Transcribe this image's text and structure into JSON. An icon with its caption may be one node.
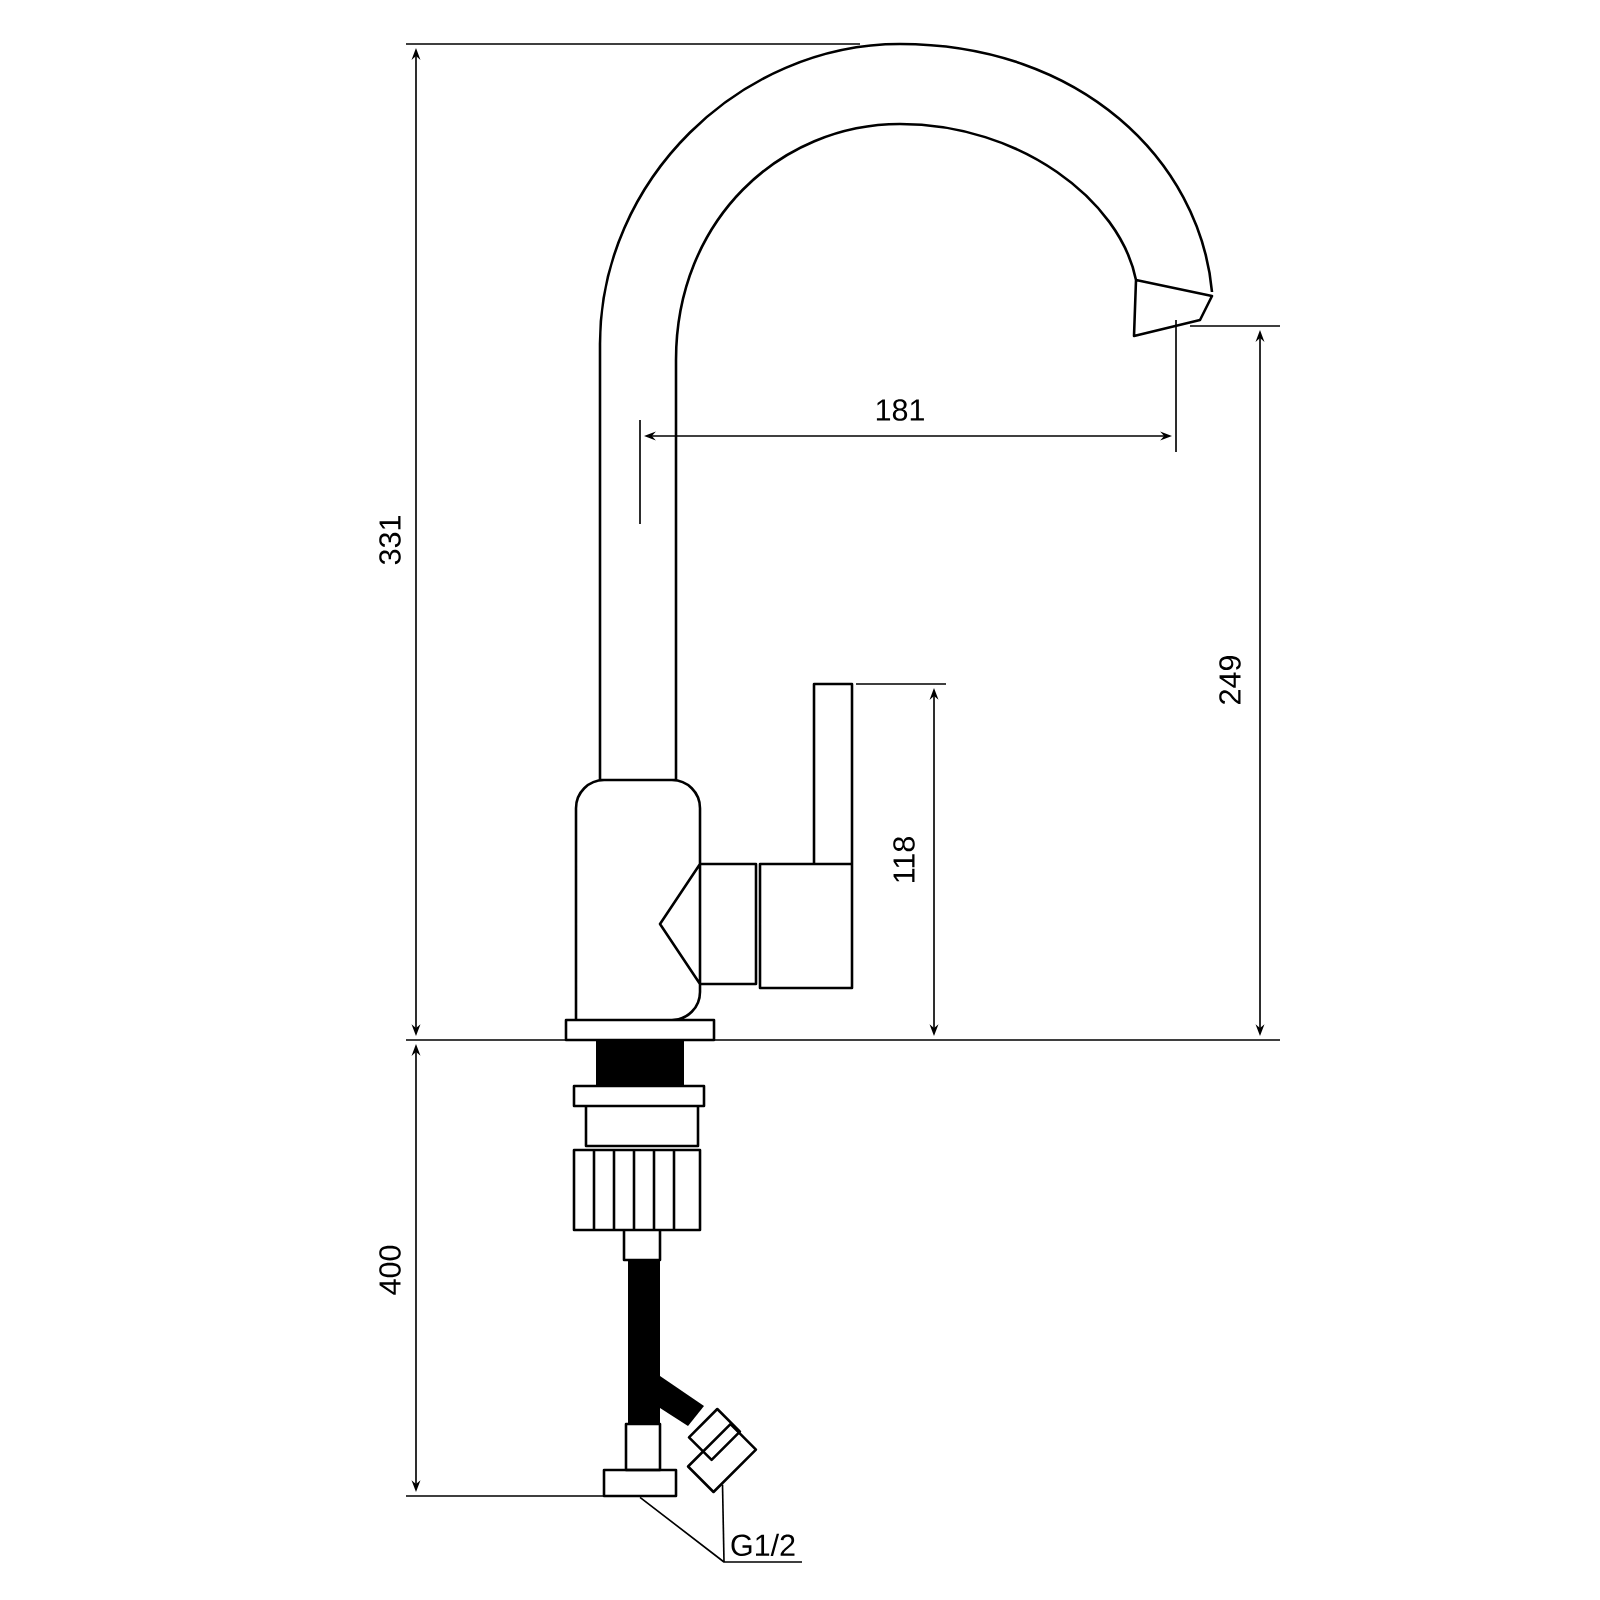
{
  "diagram": {
    "nodes": [
      {
        "text": [
          "G1/2"
        ]
      },
      {
        "text": [],
        "shape": "box"
      },
      {
        "text": [],
        "shape": "box"
      }
    ],
    "edges": [
      {
        "from": 0,
        "to": 1,
        "arrow": "none"
      },
      {
        "from": 0,
        "to": 2,
        "arrow": "none"
      }
    ],
    "labels": [
      "331",
      "181",
      "249",
      "118",
      "400"
    ]
  }
}
